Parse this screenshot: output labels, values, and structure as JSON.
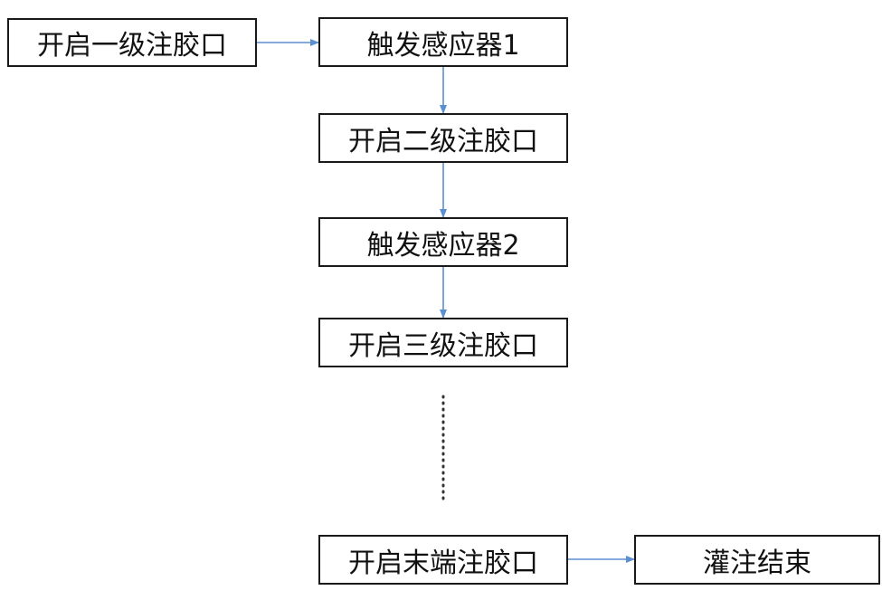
{
  "flow": {
    "nodes": [
      {
        "id": "n1",
        "label": "开启一级注胶口"
      },
      {
        "id": "n2",
        "label": "触发感应器1"
      },
      {
        "id": "n3",
        "label": "开启二级注胶口"
      },
      {
        "id": "n4",
        "label": "触发感应器2"
      },
      {
        "id": "n5",
        "label": "开启三级注胶口"
      },
      {
        "id": "n6",
        "label": "开启末端注胶口"
      },
      {
        "id": "n7",
        "label": "灌注结束"
      }
    ],
    "edges": [
      {
        "from": "n1",
        "to": "n2"
      },
      {
        "from": "n2",
        "to": "n3"
      },
      {
        "from": "n3",
        "to": "n4"
      },
      {
        "from": "n4",
        "to": "n5"
      },
      {
        "from": "n6",
        "to": "n7"
      }
    ],
    "continuation": {
      "from": "n5",
      "to": "n6",
      "style": "dotted"
    }
  },
  "colors": {
    "arrow": "#5b8fd0",
    "border": "#1a1a1a",
    "text": "#111111",
    "dots": "#333333"
  }
}
